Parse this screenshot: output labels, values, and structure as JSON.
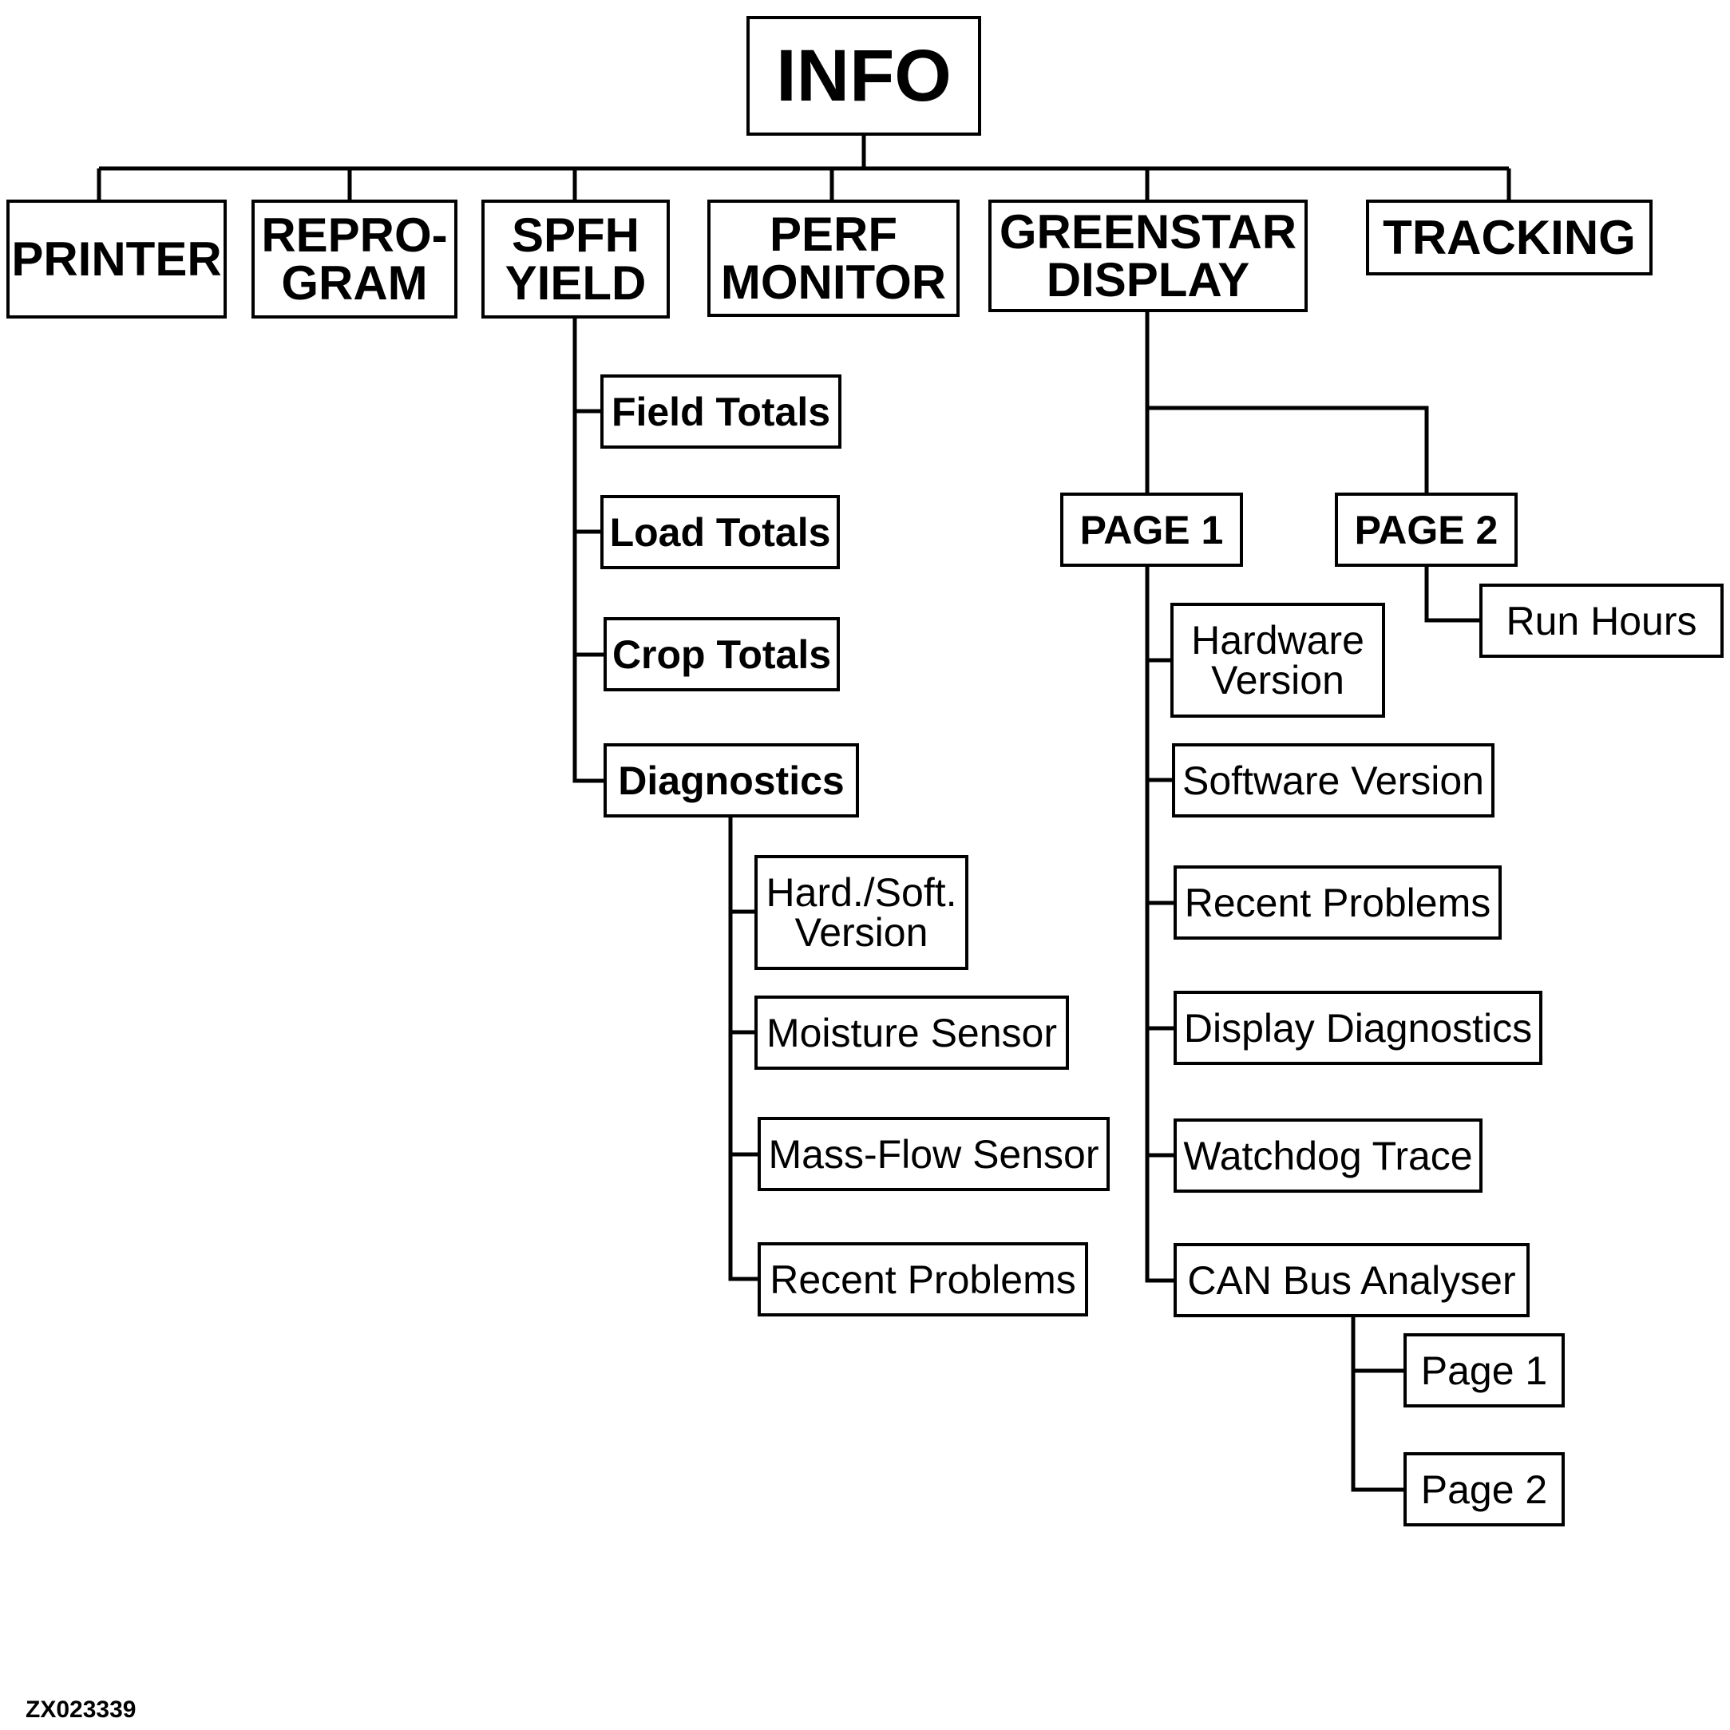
{
  "root": {
    "label": "INFO"
  },
  "top_menu": [
    {
      "label": "PRINTER"
    },
    {
      "label": "REPRO-\nGRAM"
    },
    {
      "label": "SPFH\nYIELD"
    },
    {
      "label": "PERF\nMONITOR"
    },
    {
      "label": "GREENSTAR\nDISPLAY"
    },
    {
      "label": "TRACKING"
    }
  ],
  "spfh_yield_items": [
    {
      "label": "Field Totals"
    },
    {
      "label": "Load Totals"
    },
    {
      "label": "Crop Totals"
    },
    {
      "label": "Diagnostics"
    }
  ],
  "diagnostics_items": [
    {
      "label": "Hard./Soft.\nVersion"
    },
    {
      "label": "Moisture Sensor"
    },
    {
      "label": "Mass-Flow Sensor"
    },
    {
      "label": "Recent Problems"
    }
  ],
  "greenstar_pages": [
    {
      "label": "PAGE 1"
    },
    {
      "label": "PAGE 2"
    }
  ],
  "page1_items": [
    {
      "label": "Hardware\nVersion"
    },
    {
      "label": "Software Version"
    },
    {
      "label": "Recent Problems"
    },
    {
      "label": "Display Diagnostics"
    },
    {
      "label": "Watchdog Trace"
    },
    {
      "label": "CAN Bus Analyser"
    }
  ],
  "page2_items": [
    {
      "label": "Run Hours"
    }
  ],
  "can_bus_items": [
    {
      "label": "Page 1"
    },
    {
      "label": "Page 2"
    }
  ],
  "figure_code": "ZX023339"
}
